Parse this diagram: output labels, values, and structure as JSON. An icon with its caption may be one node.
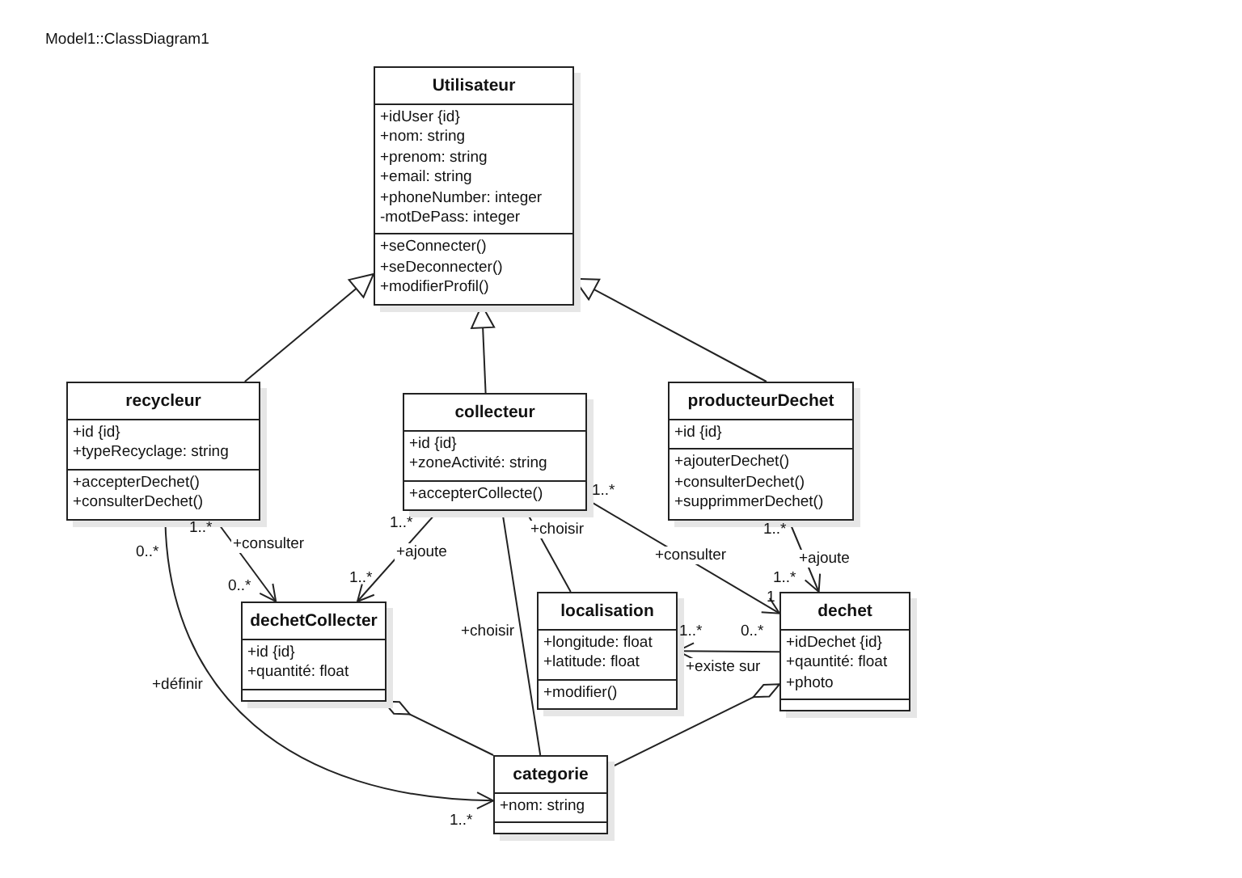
{
  "diagram": {
    "title": "Model1::ClassDiagram1",
    "nodes": [
      {
        "text": [
          "Utilisateur"
        ]
      },
      {
        "text": [
          "+idUser {id}",
          "+nom: string",
          "+prenom: string",
          "+email: string",
          "+phoneNumber: integer",
          "-motDePass: integer"
        ],
        "in": 0
      },
      {
        "text": [
          "+seConnecter()",
          "+seDeconnecter()",
          "+modifierProfil()"
        ],
        "in": 0
      },
      {
        "text": [
          "recycleur"
        ]
      },
      {
        "text": [
          "+id {id}",
          "+typeRecyclage: string"
        ],
        "in": 3
      },
      {
        "text": [
          "+accepterDechet()",
          "+consulterDechet()"
        ],
        "in": 3
      },
      {
        "text": [
          "collecteur"
        ]
      },
      {
        "text": [
          "+id {id}",
          "+zoneActivité: string"
        ],
        "in": 6
      },
      {
        "text": [
          "+accepterCollecte()"
        ],
        "in": 6
      },
      {
        "text": [
          "producteurDechet"
        ]
      },
      {
        "text": [
          "+id {id}"
        ],
        "in": 9
      },
      {
        "text": [
          "+ajouterDechet()",
          "+consulterDechet()",
          "+supprimmerDechet()"
        ],
        "in": 9
      },
      {
        "text": [
          "dechetCollecter"
        ]
      },
      {
        "text": [
          "+id {id}",
          "+quantité: float"
        ],
        "in": 12
      },
      {
        "text": [],
        "shape": "box",
        "in": 12
      },
      {
        "text": [
          "localisation"
        ]
      },
      {
        "text": [
          "+longitude: float",
          "+latitude: float"
        ],
        "in": 15
      },
      {
        "text": [
          "+modifier()"
        ],
        "in": 15
      },
      {
        "text": [
          "dechet"
        ]
      },
      {
        "text": [
          "+idDechet {id}",
          "+qauntité: float",
          "+photo"
        ],
        "in": 18
      },
      {
        "text": [],
        "shape": "box",
        "in": 18
      },
      {
        "text": [
          "categorie"
        ]
      },
      {
        "text": [
          "+nom: string"
        ],
        "in": 21
      },
      {
        "text": [],
        "shape": "box",
        "in": 21
      }
    ],
    "edges": [
      {
        "from": 3,
        "to": 0,
        "arrow": "to"
      },
      {
        "from": 6,
        "to": 0,
        "arrow": "to"
      },
      {
        "from": 9,
        "to": 0,
        "arrow": "to"
      },
      {
        "from": 3,
        "to": 12,
        "arrow": "to",
        "label": "+consulter"
      },
      {
        "from": 6,
        "to": 12,
        "arrow": "to",
        "label": "+ajoute"
      },
      {
        "from": 6,
        "to": 18,
        "arrow": "to",
        "label": "+consulter"
      },
      {
        "from": 6,
        "to": 15,
        "arrow": "none",
        "label": "+choisir"
      },
      {
        "from": 6,
        "to": 21,
        "arrow": "none",
        "label": "+choisir"
      },
      {
        "from": 9,
        "to": 18,
        "arrow": "to",
        "label": "+ajoute"
      },
      {
        "from": 18,
        "to": 15,
        "arrow": "to",
        "label": "+existe sur"
      },
      {
        "from": 3,
        "to": 21,
        "arrow": "to",
        "label": "+définir"
      },
      {
        "from": 21,
        "to": 12,
        "arrow": "other"
      },
      {
        "from": 21,
        "to": 18,
        "arrow": "other"
      }
    ],
    "labels": [
      "1..*",
      "1..*",
      "1..*",
      "1..*",
      "0..*",
      "1..*",
      "1..*",
      "0..*",
      "1",
      "1..*",
      "0..*",
      "1..*"
    ]
  }
}
